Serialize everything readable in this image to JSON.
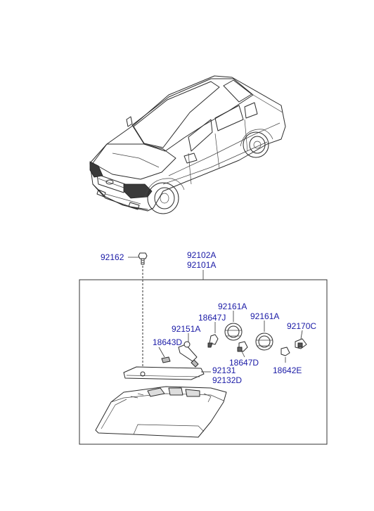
{
  "labels": {
    "p92162": "92162",
    "p92102a": "92102A",
    "p92101a": "92101A",
    "p92161a_1": "92161A",
    "p18647j": "18647J",
    "p92161a_2": "92161A",
    "p92151a": "92151A",
    "p92170c": "92170C",
    "p18643d": "18643D",
    "p18647d": "18647D",
    "p18642e": "18642E",
    "p92131": "92131",
    "p92132d": "92132D"
  },
  "colors": {
    "callout_text": "#1a1aa6",
    "line_art": "#2b2b2b",
    "background": "#ffffff"
  }
}
